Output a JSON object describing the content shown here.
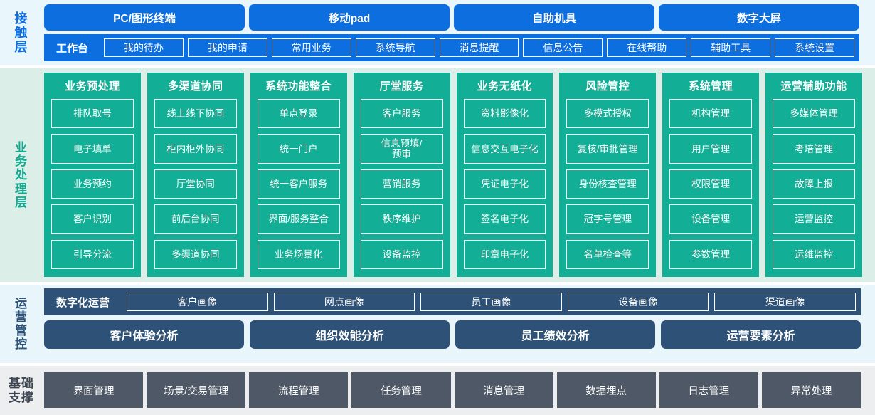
{
  "layers": {
    "contact": {
      "label": "接触层",
      "label_lines": [
        "接",
        "触",
        "层"
      ],
      "color": "#0d6ee0",
      "background": "#e9f6fc",
      "channels": [
        "PC/图形终端",
        "移动pad",
        "自助机具",
        "数字大屏"
      ],
      "workbench_title": "工作台",
      "workbench_items": [
        "我的待办",
        "我的申请",
        "常用业务",
        "系统导航",
        "消息提醒",
        "信息公告",
        "在线帮助",
        "辅助工具",
        "系统设置"
      ]
    },
    "business": {
      "label": "业务处理层",
      "label_lines": [
        "业",
        "务",
        "处",
        "理",
        "层"
      ],
      "color": "#13ae96",
      "background": "#dbeee8",
      "columns": [
        {
          "title": "业务预处理",
          "items": [
            "排队取号",
            "电子填单",
            "业务预约",
            "客户识别",
            "引导分流"
          ]
        },
        {
          "title": "多渠道协同",
          "items": [
            "线上线下协同",
            "柜内柜外协同",
            "厅堂协同",
            "前后台协同",
            "多渠道协同"
          ]
        },
        {
          "title": "系统功能整合",
          "items": [
            "单点登录",
            "统一门户",
            "统一客户服务",
            "界面/服务整合",
            "业务场景化"
          ]
        },
        {
          "title": "厅堂服务",
          "items": [
            "客户服务",
            "信息预填/\n预审",
            "营销服务",
            "秩序维护",
            "设备监控"
          ]
        },
        {
          "title": "业务无纸化",
          "items": [
            "资料影像化",
            "信息交互电子化",
            "凭证电子化",
            "签名电子化",
            "印章电子化"
          ]
        },
        {
          "title": "风险管控",
          "items": [
            "多模式授权",
            "复核/审批管理",
            "身份核查管理",
            "冠字号管理",
            "名单检查等"
          ]
        },
        {
          "title": "系统管理",
          "items": [
            "机构管理",
            "用户管理",
            "权限管理",
            "设备管理",
            "参数管理"
          ]
        },
        {
          "title": "运营辅助功能",
          "items": [
            "多媒体管理",
            "考培管理",
            "故障上报",
            "运营监控",
            "运维监控"
          ]
        }
      ]
    },
    "operations": {
      "label": "运营管控",
      "label_lines": [
        "运",
        "营",
        "管",
        "控"
      ],
      "color": "#2d5177",
      "background": "#e8f6fc",
      "portrait_title": "数字化运营",
      "portrait_items": [
        "客户画像",
        "网点画像",
        "员工画像",
        "设备画像",
        "渠道画像"
      ],
      "analysis_items": [
        "客户体验分析",
        "组织效能分析",
        "员工绩效分析",
        "运营要素分析"
      ]
    },
    "base": {
      "label": "基础支撑",
      "label_lines": [
        "基础",
        "支撑"
      ],
      "color": "#3d4653",
      "background": "#eceef0",
      "items": [
        "界面管理",
        "场景/交易管理",
        "流程管理",
        "任务管理",
        "消息管理",
        "数据埋点",
        "日志管理",
        "异常处理"
      ]
    }
  }
}
